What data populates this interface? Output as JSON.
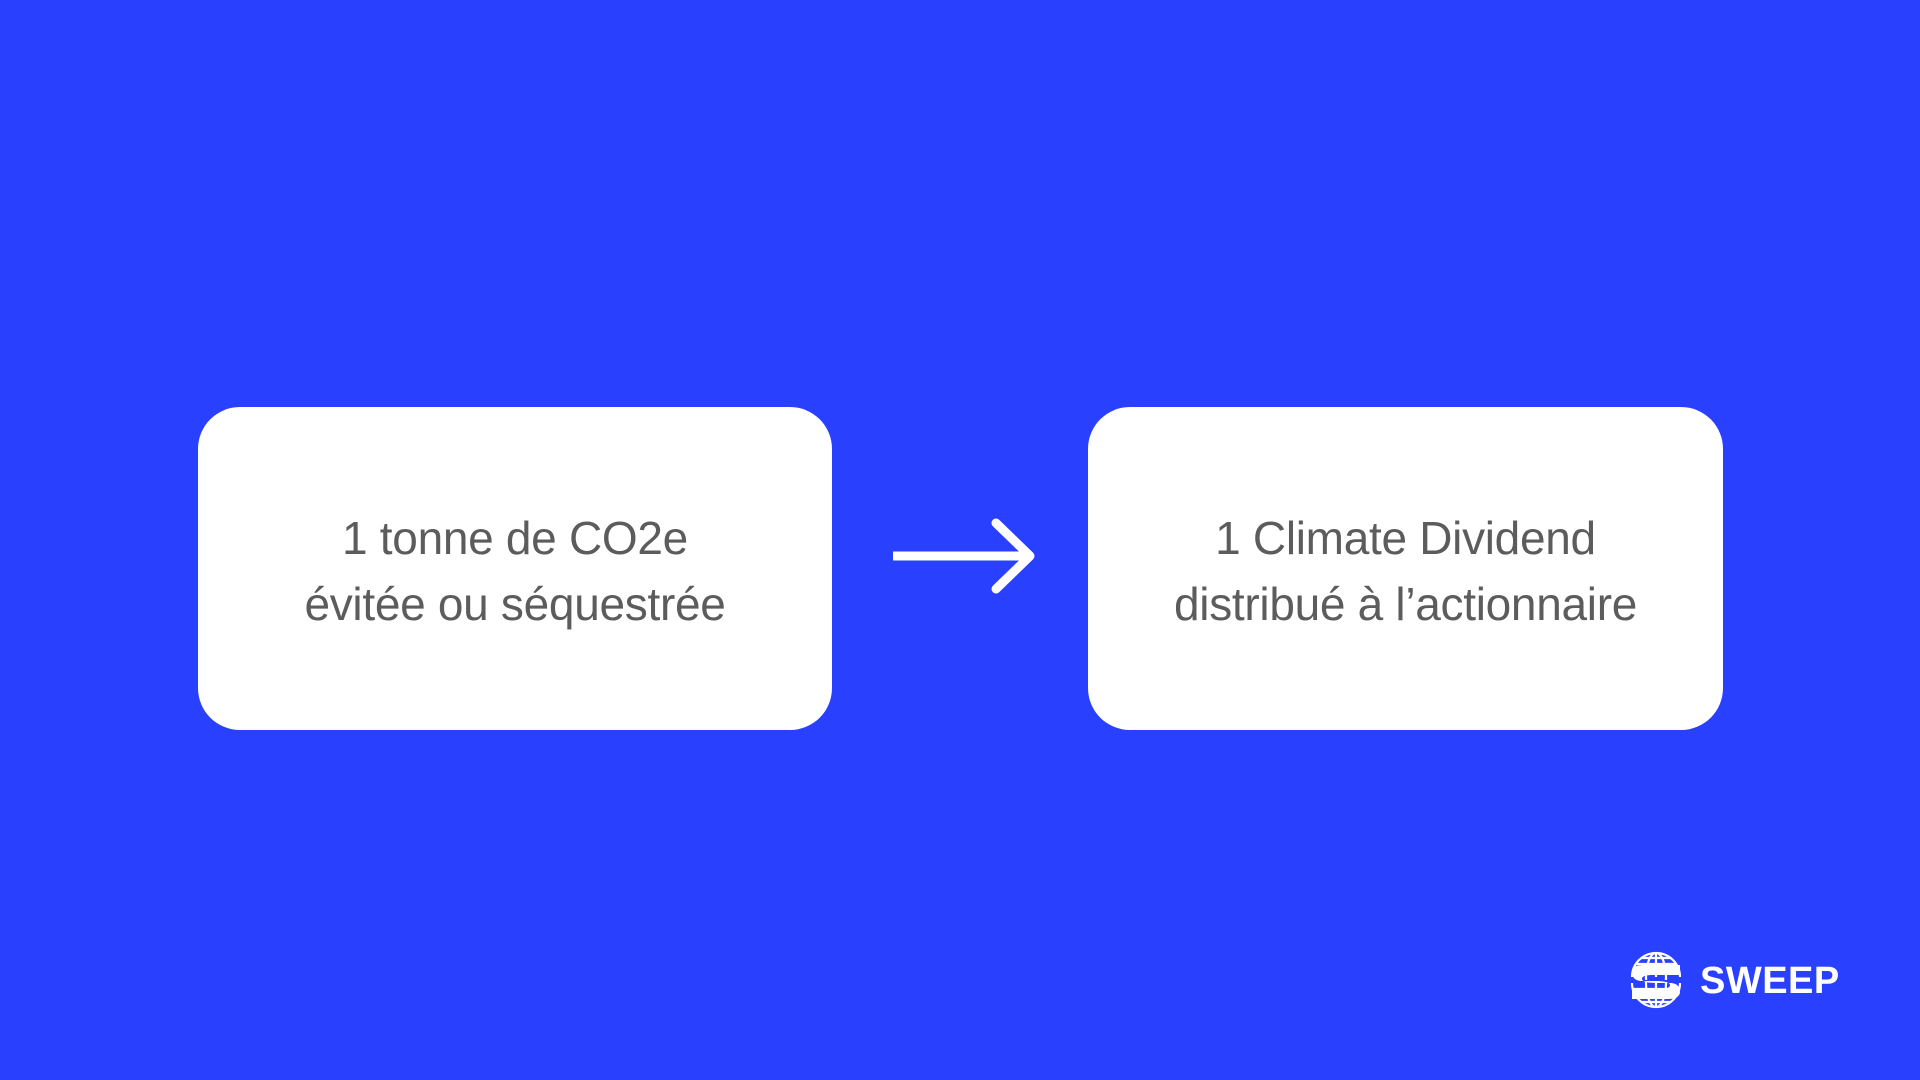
{
  "colors": {
    "background": "#2A40FF",
    "card": "#FFFFFF",
    "card_text": "#5C5C5C",
    "arrow": "#FFFFFF",
    "logo": "#FFFFFF"
  },
  "cards": [
    {
      "lines": [
        "1 tonne de CO2e",
        "évitée ou séquestrée"
      ]
    },
    {
      "lines": [
        "1 Climate Dividend",
        "distribué à l’actionnaire"
      ]
    }
  ],
  "arrow": {
    "icon": "right-arrow-icon",
    "direction": "right"
  },
  "logo": {
    "icon": "sweep-globe-s-icon",
    "text": "SWEEP"
  }
}
